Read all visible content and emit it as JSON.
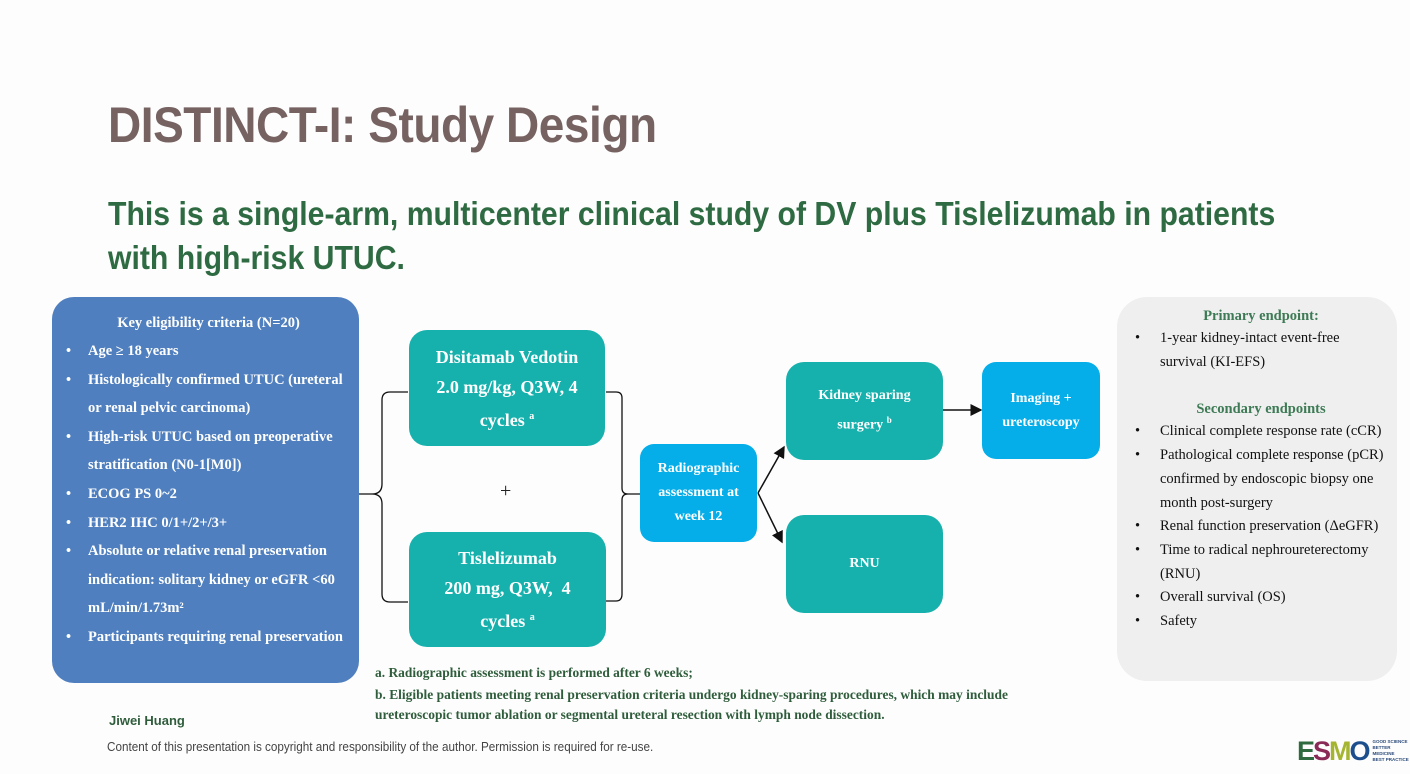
{
  "slide": {
    "title": "DISTINCT-I: Study Design",
    "subtitle": "This is a single-arm, multicenter clinical study of DV plus Tislelizumab in patients with high-risk UTUC."
  },
  "eligibility": {
    "heading": "Key eligibility criteria (N=20)",
    "items": [
      "Age ≥ 18 years",
      "Histologically confirmed UTUC (ureteral or renal pelvic carcinoma)",
      "High-risk UTUC based on preoperative stratification (N0-1[M0])",
      "ECOG PS 0~2",
      "HER2 IHC 0/1+/2+/3+",
      "Absolute or relative renal preservation indication: solitary kidney or eGFR <60 mL/min/1.73m²",
      "Participants requiring renal preservation"
    ]
  },
  "treatment": {
    "dv_name": "Disitamab Vedotin",
    "dv_dose": "2.0 mg/kg, Q3W, 4",
    "dv_cycles": "cycles",
    "tis_name": "Tislelizumab",
    "tis_dose": "200 mg, Q3W,  4",
    "tis_cycles": "cycles",
    "footnote_mark": "a",
    "plus": "+"
  },
  "flow": {
    "assessment": "Radiographic assessment at week 12",
    "kidney_sparing": "Kidney sparing surgery",
    "kidney_sparing_mark": "b",
    "imaging": "Imaging + ureteroscopy",
    "rnu": "RNU"
  },
  "endpoints": {
    "primary_heading": "Primary endpoint:",
    "primary": [
      "1-year kidney-intact event-free survival (KI-EFS)"
    ],
    "secondary_heading": "Secondary endpoints",
    "secondary": [
      "Clinical complete response rate (cCR)",
      "Pathological complete response (pCR)  confirmed by endoscopic biopsy one month post-surgery",
      "Renal function preservation (ΔeGFR)",
      "Time to radical nephroureterectomy (RNU)",
      "Overall survival (OS)",
      "Safety"
    ]
  },
  "footnotes": {
    "a": "a. Radiographic assessment is performed after 6 weeks;",
    "b1": "b. Eligible patients meeting renal preservation criteria undergo kidney-sparing procedures, which may include",
    "b2": "ureteroscopic tumor ablation or segmental ureteral resection with lymph node dissection."
  },
  "footer": {
    "author": "Jiwei Huang",
    "copyright": "Content of this presentation is copyright and responsibility of the author. Permission is required for re-use.",
    "logo_letters": [
      "E",
      "S",
      "M",
      "O"
    ],
    "logo_tagline": [
      "GOOD SCIENCE",
      "BETTER MEDICINE",
      "BEST PRACTICE"
    ]
  },
  "colors": {
    "title": "#776262",
    "subtitle": "#2f6b42",
    "eligibility_box": "#4f7fbe",
    "teal_box": "#17b1ad",
    "blue_box": "#05aee9",
    "endpoint_box": "#efefef"
  }
}
